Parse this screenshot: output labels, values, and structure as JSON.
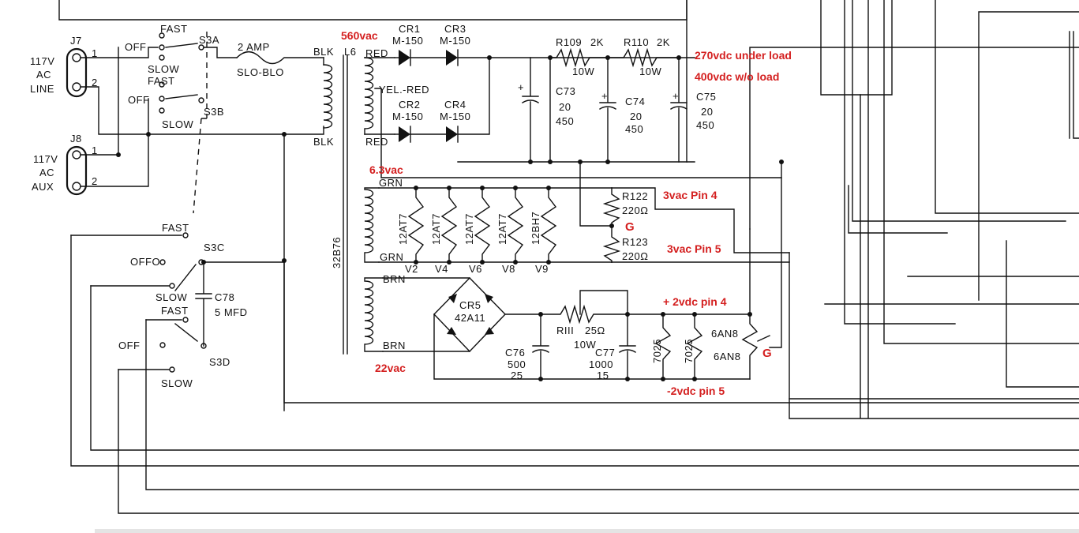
{
  "connectors": {
    "j7": {
      "ref": "J7",
      "line1": "117V",
      "line2": "AC",
      "line3": "LINE",
      "pin1": "1",
      "pin2": "2"
    },
    "j8": {
      "ref": "J8",
      "line1": "117V",
      "line2": "AC",
      "line3": "AUX",
      "pin1": "1",
      "pin2": "2"
    }
  },
  "switch_labels": {
    "fast": "FAST",
    "slow": "SLOW",
    "off": "OFF",
    "offo": "OFFO",
    "s3a": "S3A",
    "s3b": "S3B",
    "s3c": "S3C",
    "s3d": "S3D"
  },
  "fuse": {
    "label1": "2 AMP",
    "label2": "SLO-BLO"
  },
  "transformer": {
    "ref": "L6",
    "part": "32B76",
    "blk": "BLK",
    "red": "RED",
    "yelred": "YEL.-RED",
    "grn": "GRN",
    "brn": "BRN"
  },
  "capacitor_c78": {
    "ref": "C78",
    "value": "5 MFD"
  },
  "diodes": {
    "cr1": {
      "ref": "CR1",
      "part": "M-150"
    },
    "cr2": {
      "ref": "CR2",
      "part": "M-150"
    },
    "cr3": {
      "ref": "CR3",
      "part": "M-150"
    },
    "cr4": {
      "ref": "CR4",
      "part": "M-150"
    },
    "cr5": {
      "ref": "CR5",
      "part": "42A11"
    }
  },
  "resistors": {
    "r109": {
      "ref": "R109",
      "value": "2K",
      "watt": "10W"
    },
    "r110": {
      "ref": "R110",
      "value": "2K",
      "watt": "10W"
    },
    "r111": {
      "ref": "RIII",
      "value": "25Ω",
      "watt": "10W"
    },
    "r122": {
      "ref": "R122",
      "value": "220Ω"
    },
    "r123": {
      "ref": "R123",
      "value": "220Ω"
    }
  },
  "caps": {
    "c73": {
      "ref": "C73",
      "v1": "20",
      "v2": "450"
    },
    "c74": {
      "ref": "C74",
      "v1": "20",
      "v2": "450"
    },
    "c75": {
      "ref": "C75",
      "v1": "20",
      "v2": "450"
    },
    "c76": {
      "ref": "C76",
      "v1": "500",
      "v2": "25"
    },
    "c77": {
      "ref": "C77",
      "v1": "1000",
      "v2": "15"
    },
    "plus": "+"
  },
  "tubes": {
    "h1": "12AT7",
    "h2": "12AT7",
    "h3": "12AT7",
    "h4": "12AT7",
    "h5": "12BH7",
    "v2": "V2",
    "v4": "V4",
    "v6": "V6",
    "v8": "V8",
    "v9": "V9",
    "t7025a": "7025",
    "t7025b": "7025",
    "t6an8a": "6AN8",
    "t6an8b": "6AN8"
  },
  "annotations": {
    "v560": "560vac",
    "v270": "270vdc  under load",
    "v400": "400vdc   w/o load",
    "v63": "6.3vac",
    "pin4ac": "3vac Pin 4",
    "pin5ac": "3vac Pin 5",
    "g1": "G",
    "g2": "G",
    "plus2": "+ 2vdc pin 4",
    "minus2": "-2vdc pin 5",
    "v22": "22vac"
  },
  "colors": {
    "ink": "#111111",
    "annotation": "#d42020",
    "background": "#ffffff"
  }
}
